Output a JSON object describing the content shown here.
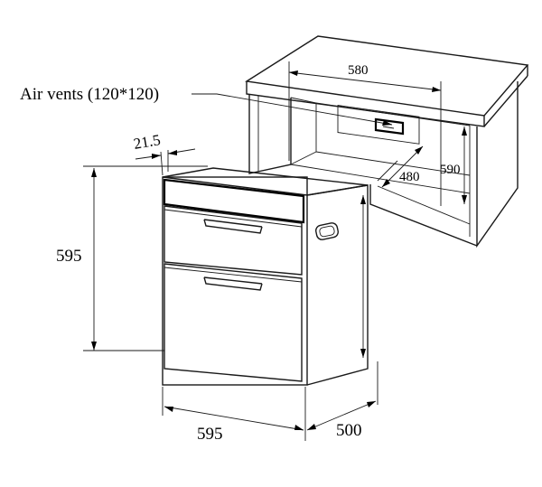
{
  "labels": {
    "air_vents": "Air vents (120*120)",
    "cabinet_width": "580",
    "cabinet_height": "590",
    "cabinet_depth": "480",
    "front_gap": "21.5",
    "appliance_height": "595",
    "appliance_width": "595",
    "appliance_depth": "500"
  }
}
